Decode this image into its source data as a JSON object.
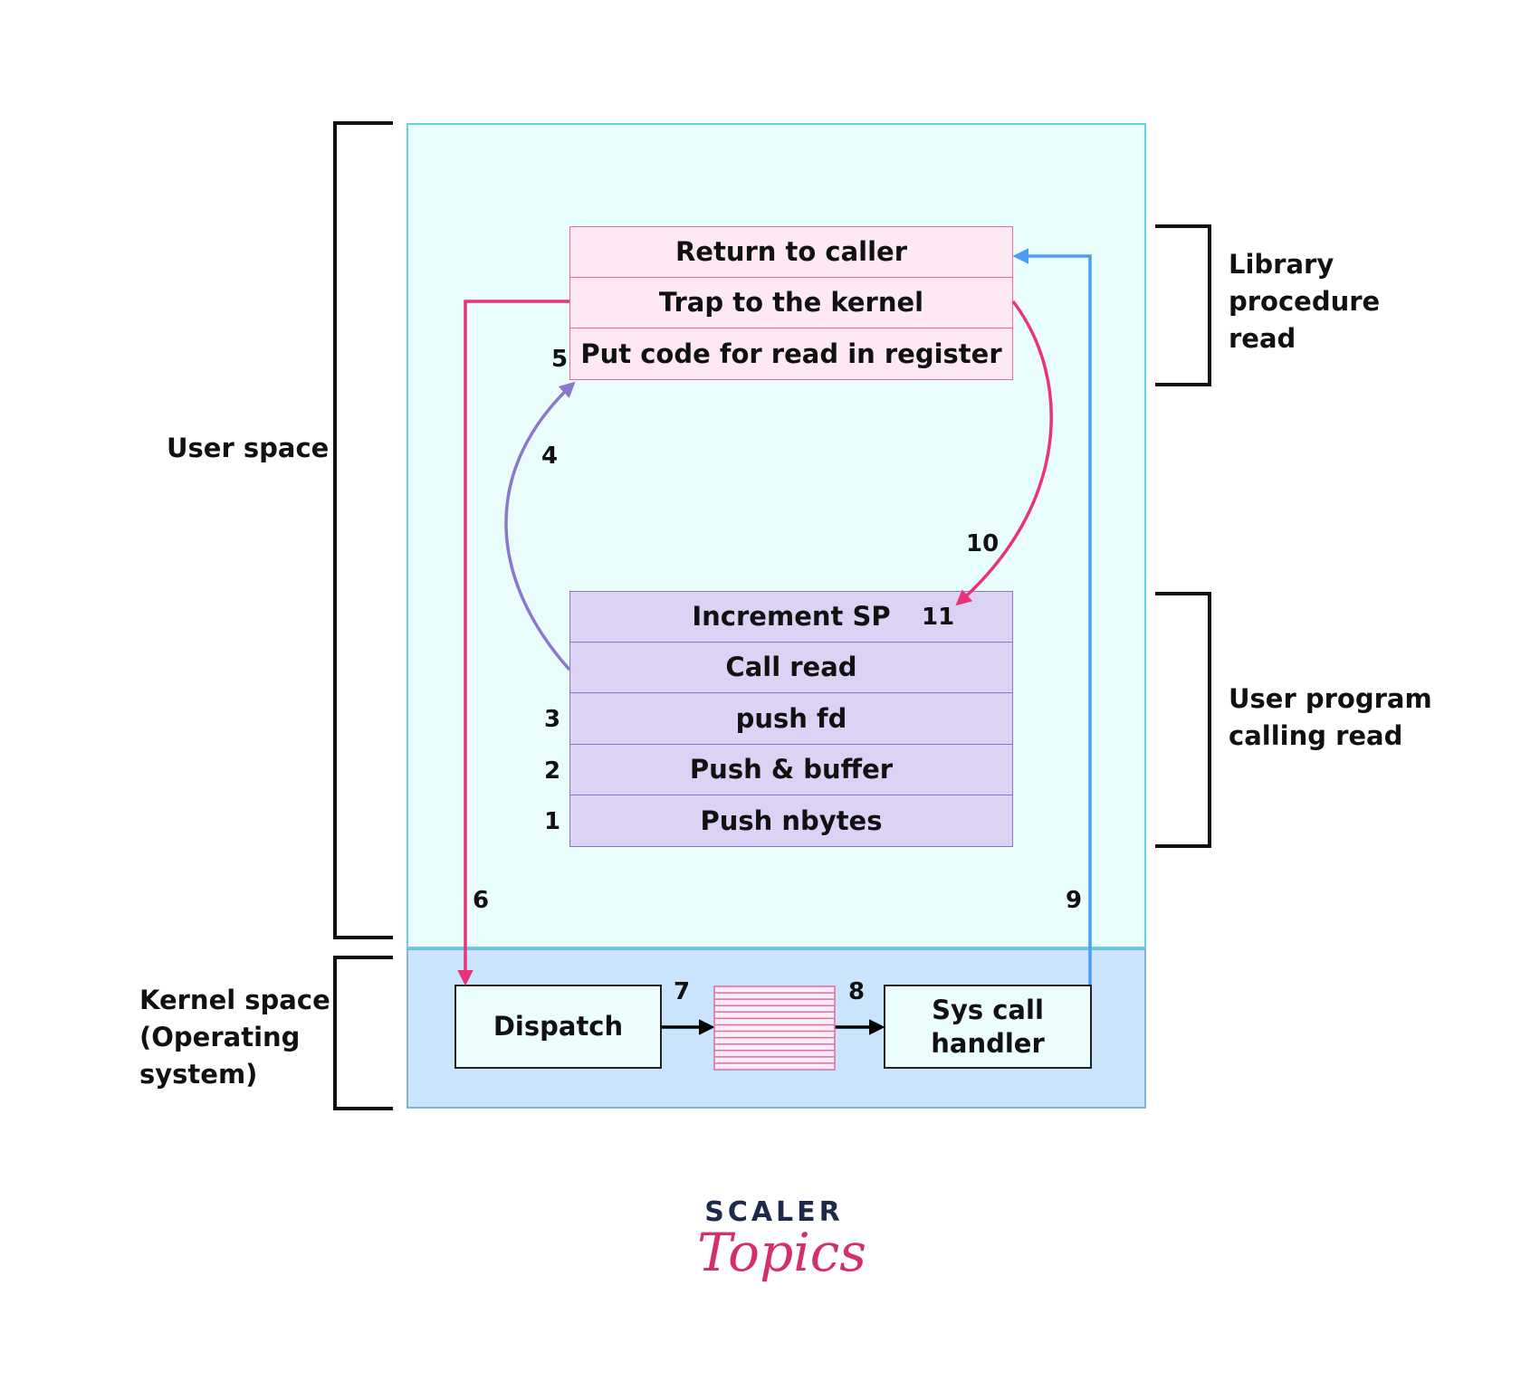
{
  "regions": {
    "user_space_label": "User space",
    "kernel_space_label": "Kernel space (Operating system)"
  },
  "library_procedure": {
    "label": "Library procedure read",
    "rows": [
      "Return to caller",
      "Trap to the kernel",
      "Put code for read in register"
    ]
  },
  "user_program": {
    "label": "User program calling read",
    "rows": [
      "Increment SP",
      "Call read",
      "push fd",
      "Push & buffer",
      "Push nbytes"
    ]
  },
  "kernel": {
    "dispatch": "Dispatch",
    "sys_call_handler": "Sys call handler"
  },
  "step_numbers": {
    "s1": "1",
    "s2": "2",
    "s3": "3",
    "s4": "4",
    "s5": "5",
    "s6": "6",
    "s7": "7",
    "s8": "8",
    "s9": "9",
    "s10": "10",
    "s11": "11"
  },
  "colors": {
    "user_region_fill": "#e9fdfd",
    "kernel_region_fill": "#c9e4fb",
    "library_fill": "#fde8f3",
    "user_program_fill": "#dcd3f4",
    "arrow_pink": "#e8337a",
    "arrow_purple": "#8b78cc",
    "arrow_blue": "#4a9df0"
  },
  "logo": {
    "top": "SCALER",
    "bottom": "Topics"
  }
}
